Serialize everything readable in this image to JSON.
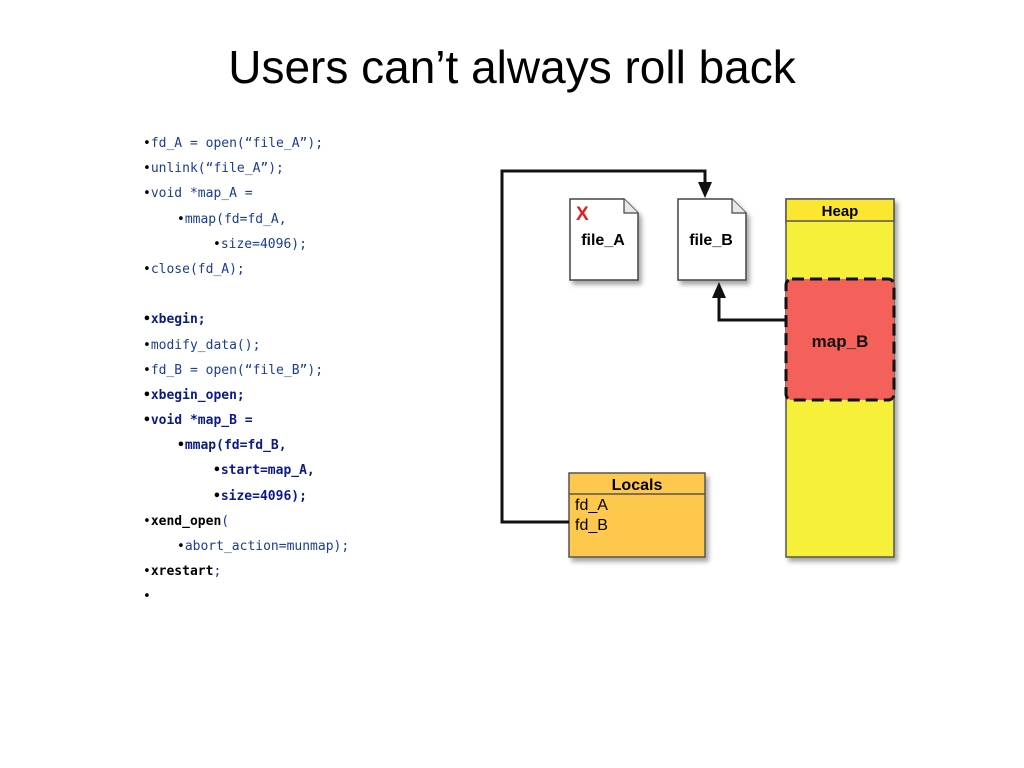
{
  "slide": {
    "title": "Users can’t always roll back"
  },
  "code_lines": [
    {
      "text": "fd_A = open(“file_A”);",
      "indent": 0,
      "bold": false
    },
    {
      "text": "unlink(“file_A”);",
      "indent": 0,
      "bold": false
    },
    {
      "text": "void *map_A =",
      "indent": 0,
      "bold": false
    },
    {
      "text": "mmap(fd=fd_A,",
      "indent": 1,
      "bold": false
    },
    {
      "text": "size=4096);",
      "indent": 2,
      "bold": false
    },
    {
      "text": "close(fd_A);",
      "indent": 0,
      "bold": false
    },
    {
      "text": "",
      "indent": 0,
      "bold": false,
      "blank": true
    },
    {
      "text": "xbegin;",
      "indent": 0,
      "bold": true
    },
    {
      "text": "modify_data();",
      "indent": 0,
      "bold": false
    },
    {
      "text": "fd_B = open(“file_B”);",
      "indent": 0,
      "bold": false
    },
    {
      "text": "xbegin_open;",
      "indent": 0,
      "bold": true
    },
    {
      "text": "void *map_B =",
      "indent": 0,
      "bold": true
    },
    {
      "text": "mmap(fd=fd_B,",
      "indent": 1,
      "bold": true
    },
    {
      "text": "start=map_A,",
      "indent": 2,
      "bold": true
    },
    {
      "text": "size=4096);",
      "indent": 2,
      "bold": true
    },
    {
      "text": "xend_open(",
      "indent": 0,
      "bold": false,
      "keyword": "xend_open"
    },
    {
      "text": "abort_action=munmap);",
      "indent": 1,
      "bold": false
    },
    {
      "text": "xrestart;",
      "indent": 0,
      "bold": false,
      "keyword": "xrestart"
    },
    {
      "text": "",
      "indent": 0,
      "bold": false
    }
  ],
  "diagram": {
    "file_a": {
      "label": "file_A",
      "mark": "X"
    },
    "file_b": {
      "label": "file_B"
    },
    "heap": {
      "label": "Heap"
    },
    "map_b": {
      "label": "map_B"
    },
    "locals": {
      "label": "Locals",
      "entries": [
        "fd_A",
        "fd_B"
      ]
    },
    "colors": {
      "heap_fill": "#f7f03a",
      "heap_header": "#fbe632",
      "map_b_fill": "#f4605a",
      "locals_fill": "#fdc84b",
      "mark_red": "#e02020"
    }
  }
}
